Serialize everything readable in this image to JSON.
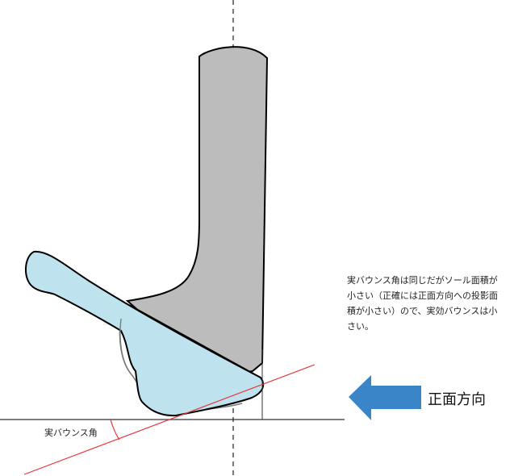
{
  "note": {
    "lines": [
      "実バウンス角は同じだがソール面積が",
      "小さい（正確には正面方向への投影面",
      "積が小さい）ので、実効バウンスは小",
      "さい。"
    ]
  },
  "direction_label": "正面方向",
  "angle_label": "実バウンス角",
  "colors": {
    "hosel_fill": "#bcbcbc",
    "head_fill": "#bfe3ee",
    "outline": "#000000",
    "ghost_outline": "#7a7a7a",
    "bounce_line": "#e8343a",
    "arrow": "#3a84c8",
    "ground": "#333333"
  },
  "icons": {
    "direction_arrow": "left-arrow-icon"
  }
}
